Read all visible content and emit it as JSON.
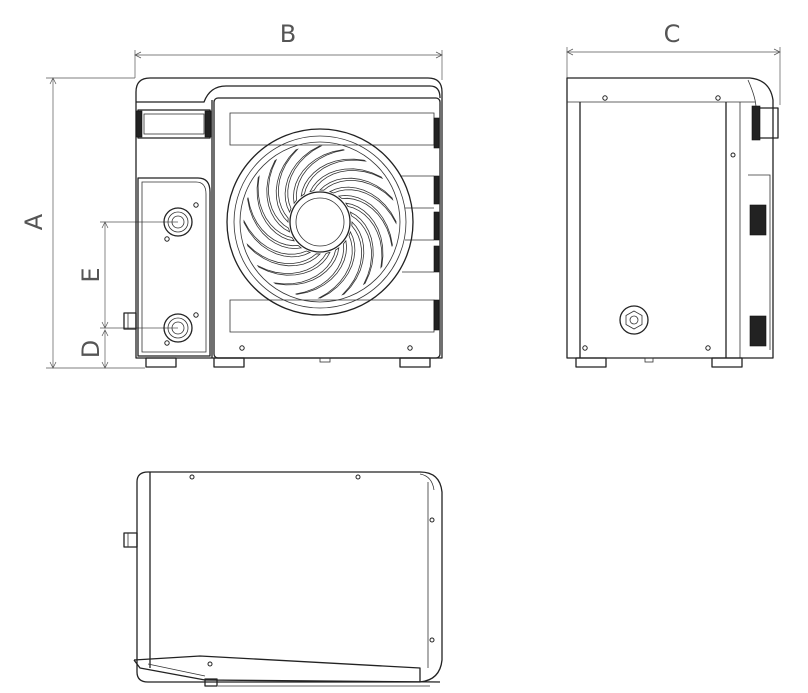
{
  "dimensions": {
    "a": "A",
    "b": "B",
    "c": "C",
    "d": "D",
    "e": "E"
  },
  "colors": {
    "line": "#222222",
    "dimension": "#555555",
    "background": "#ffffff"
  }
}
